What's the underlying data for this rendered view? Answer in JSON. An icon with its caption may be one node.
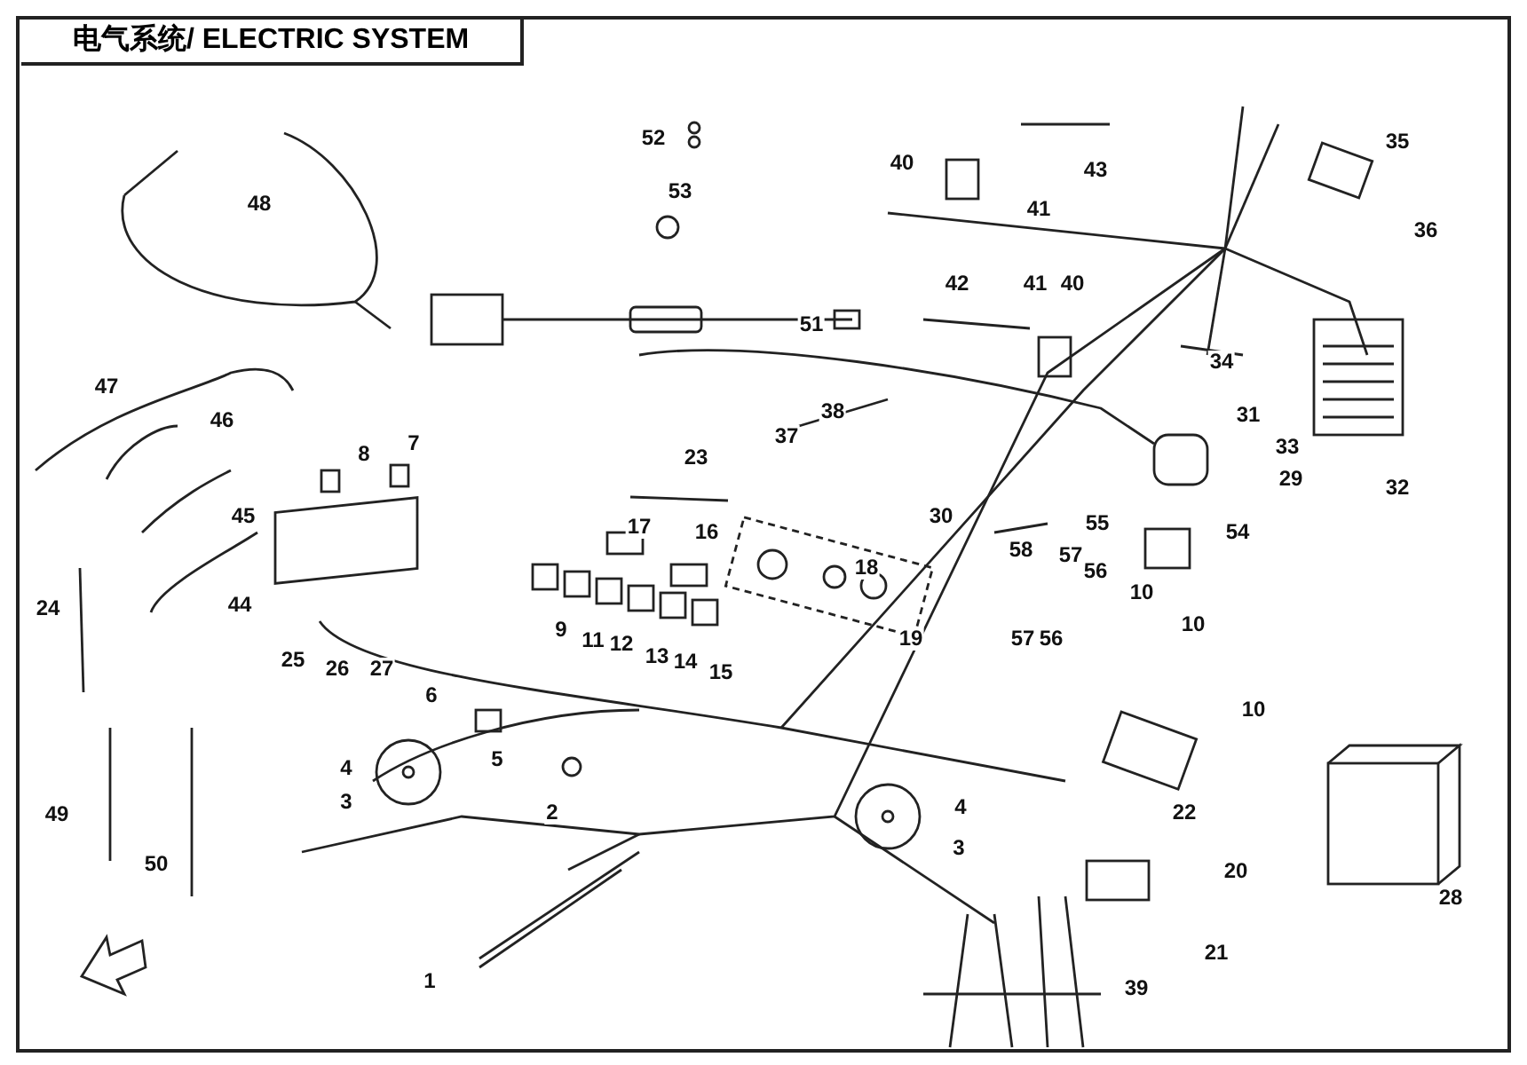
{
  "diagram": {
    "title": "电气系统/ ELECTRIC SYSTEM",
    "labels": [
      "52",
      "35",
      "40",
      "43",
      "53",
      "41",
      "48",
      "36",
      "42",
      "41",
      "40",
      "51",
      "34",
      "47",
      "37",
      "31",
      "38",
      "46",
      "23",
      "33",
      "7",
      "29",
      "8",
      "32",
      "45",
      "30",
      "55",
      "17",
      "54",
      "16",
      "58",
      "57",
      "18",
      "56",
      "10",
      "44",
      "24",
      "9",
      "57",
      "56",
      "10",
      "11",
      "12",
      "19",
      "13",
      "14",
      "25",
      "26",
      "27",
      "15",
      "6",
      "10",
      "5",
      "4",
      "3",
      "2",
      "4",
      "22",
      "49",
      "3",
      "50",
      "20",
      "28",
      "21",
      "1",
      "39"
    ]
  }
}
